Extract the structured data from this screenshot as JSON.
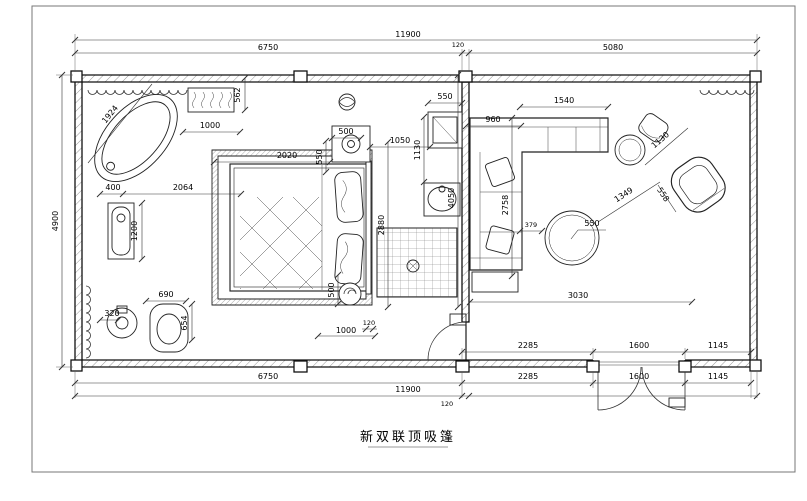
{
  "title": "新双联顶吸篷",
  "dims": {
    "top_total": "11900",
    "top_left": "6750",
    "top_gap": "120",
    "top_right": "5080",
    "left_height": "4900",
    "tub_diag": "1924",
    "rack_width": "1000",
    "rack_height": "562",
    "wall_to_rug": "400",
    "rug_offset": "2064",
    "vanity_height": "1200",
    "basin_offset": "320",
    "counter_width": "690",
    "counter_height": "654",
    "rug_width": "2020",
    "nightstand_width": "500",
    "nightstand_height": "550",
    "gap_mid": "1050",
    "sink_width": "550",
    "sink_gap": "1130",
    "sofa_corner": "960",
    "sofa_top": "1540",
    "bed_length": "2880",
    "nightstand2_height": "500",
    "bottom_inner_1000": "1000",
    "bottom_inner_120": "120",
    "partition_height": "4050",
    "sofa_length": "2758",
    "sofa_table_gap": "379",
    "table_dia": "550",
    "chair_diag1": "1349",
    "chair_diag2": "558",
    "table_diag": "1130",
    "living_width": "3030",
    "in_2285": "2285",
    "in_1600": "1600",
    "in_1145": "1145",
    "bot_6750": "6750",
    "bot_2285": "2285",
    "bot_1600": "1600",
    "bot_1145": "1145",
    "bottom_total": "11900",
    "bottom_gap": "120"
  }
}
